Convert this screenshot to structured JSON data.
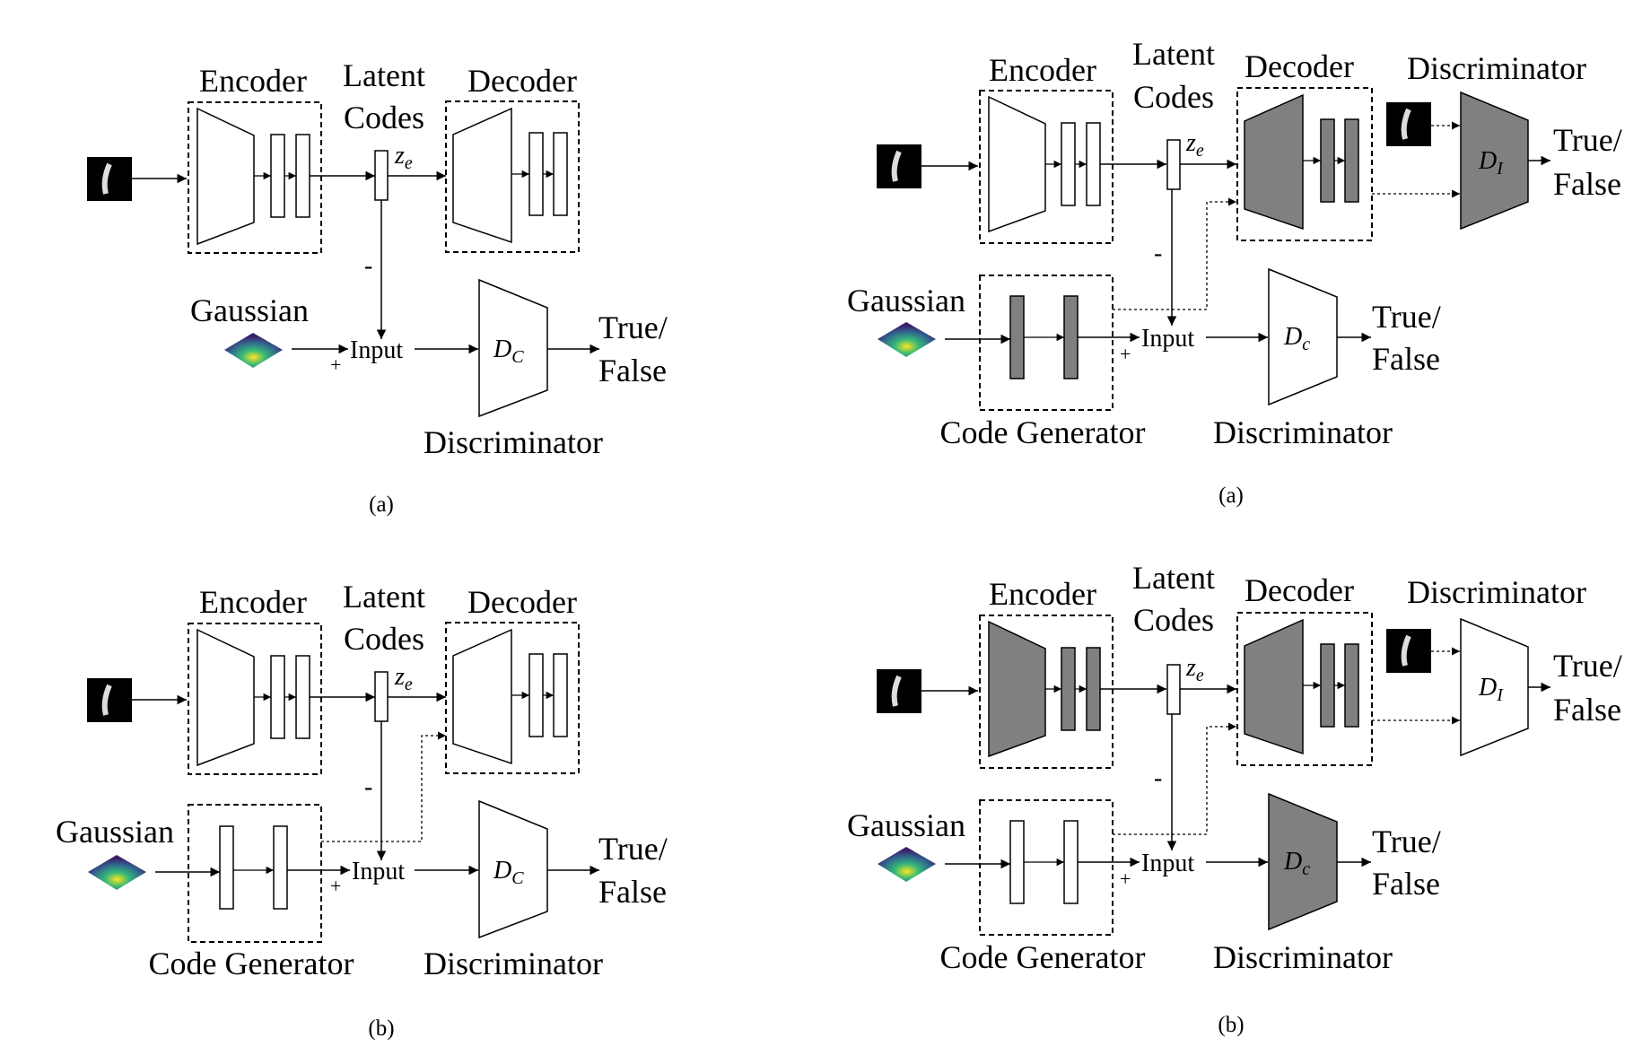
{
  "labels": {
    "encoder": "Encoder",
    "latent_line1": "Latent",
    "latent_line2": "Codes",
    "z": "z",
    "z_sub": "e",
    "decoder": "Decoder",
    "gaussian": "Gaussian",
    "input": "Input",
    "discriminator": "Discriminator",
    "code_generator": "Code Generator",
    "true": "True/",
    "false": "False",
    "d": "D",
    "dc_sub": "C",
    "dc_sub_alt": "c",
    "di_sub": "I",
    "minus": "-",
    "plus": "+"
  },
  "captions": {
    "left_top": "(a)",
    "left_bottom": "(b)",
    "right_top": "(a)",
    "right_bottom": "(b)"
  },
  "colors": {
    "stroke": "#000000",
    "shaded": "#808080",
    "digit_bg": "#000000"
  }
}
